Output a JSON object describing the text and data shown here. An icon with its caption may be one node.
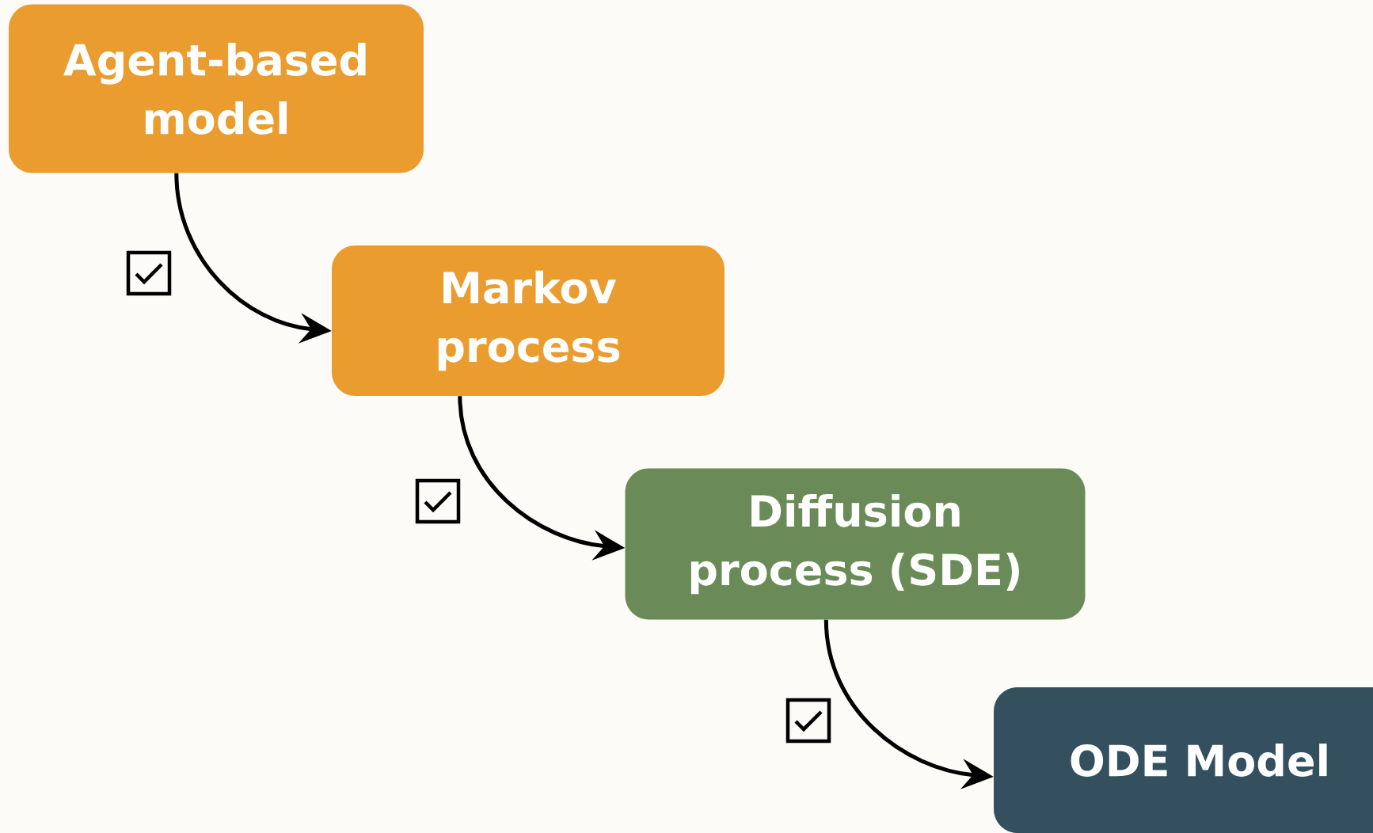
{
  "diagram": {
    "nodes": [
      {
        "text": [
          "Agent-based model"
        ]
      },
      {
        "text": [
          "Markov process"
        ]
      },
      {
        "text": [
          "Diffusion process (SDE)"
        ]
      },
      {
        "text": [
          "ODE Model"
        ]
      }
    ],
    "edges": [
      {
        "from": 0,
        "to": 1,
        "arrow": "to"
      },
      {
        "from": 1,
        "to": 2,
        "arrow": "to"
      },
      {
        "from": 2,
        "to": 3,
        "arrow": "to"
      }
    ]
  }
}
